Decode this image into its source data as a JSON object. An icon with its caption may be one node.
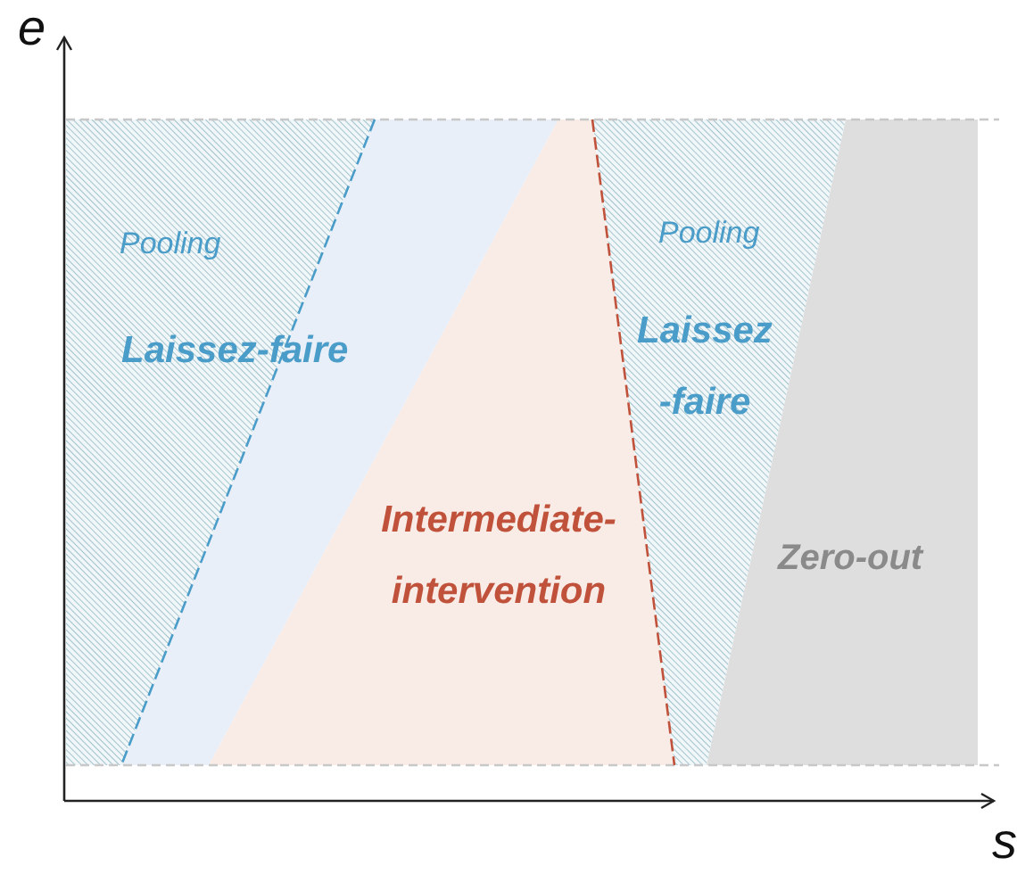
{
  "diagram": {
    "nodes": [
      {
        "text": [
          "Pooling",
          "Laissez-faire"
        ]
      },
      {
        "text": [],
        "shape": "band"
      },
      {
        "text": [
          "Intermediate- intervention"
        ]
      },
      {
        "text": [
          "Pooling",
          "Laissez -faire"
        ]
      },
      {
        "text": [
          "Zero-out"
        ]
      }
    ],
    "edges": [],
    "labels": [
      "e",
      "s"
    ]
  }
}
